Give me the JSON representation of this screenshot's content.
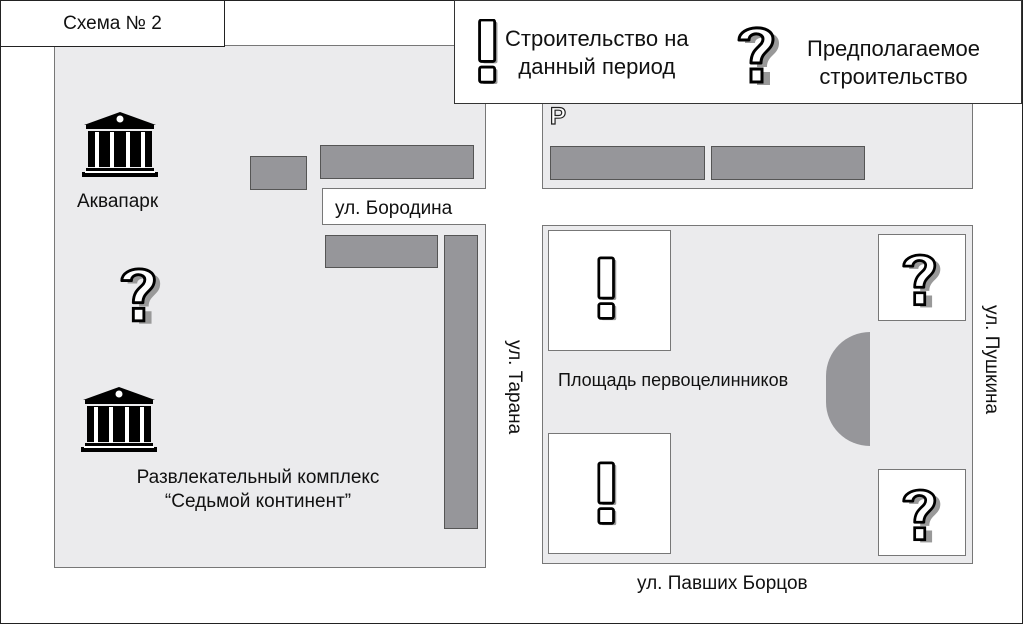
{
  "title": "Схема № 2",
  "legend": {
    "items": [
      {
        "icon": "exclamation-icon",
        "label_line1": "Строительство на",
        "label_line2": "данный период"
      },
      {
        "icon": "question-icon",
        "label_line1": "Предполагаемое",
        "label_line2": "строительство"
      }
    ]
  },
  "parking": "P",
  "labels": {
    "aquapark": "Аквапарк",
    "entertainment_line1": "Развлекательный комплекс",
    "entertainment_line2": "“Седьмой континент”",
    "square": "Площадь первоцелинников"
  },
  "streets": {
    "borodina": "ул. Бородина",
    "tarana": "ул. Тарана",
    "pushkina": "ул. Пушкина",
    "pavshih_bortsov": "ул. Павших Борцов"
  },
  "colors": {
    "block": "#ebebed",
    "building": "#96969a"
  }
}
